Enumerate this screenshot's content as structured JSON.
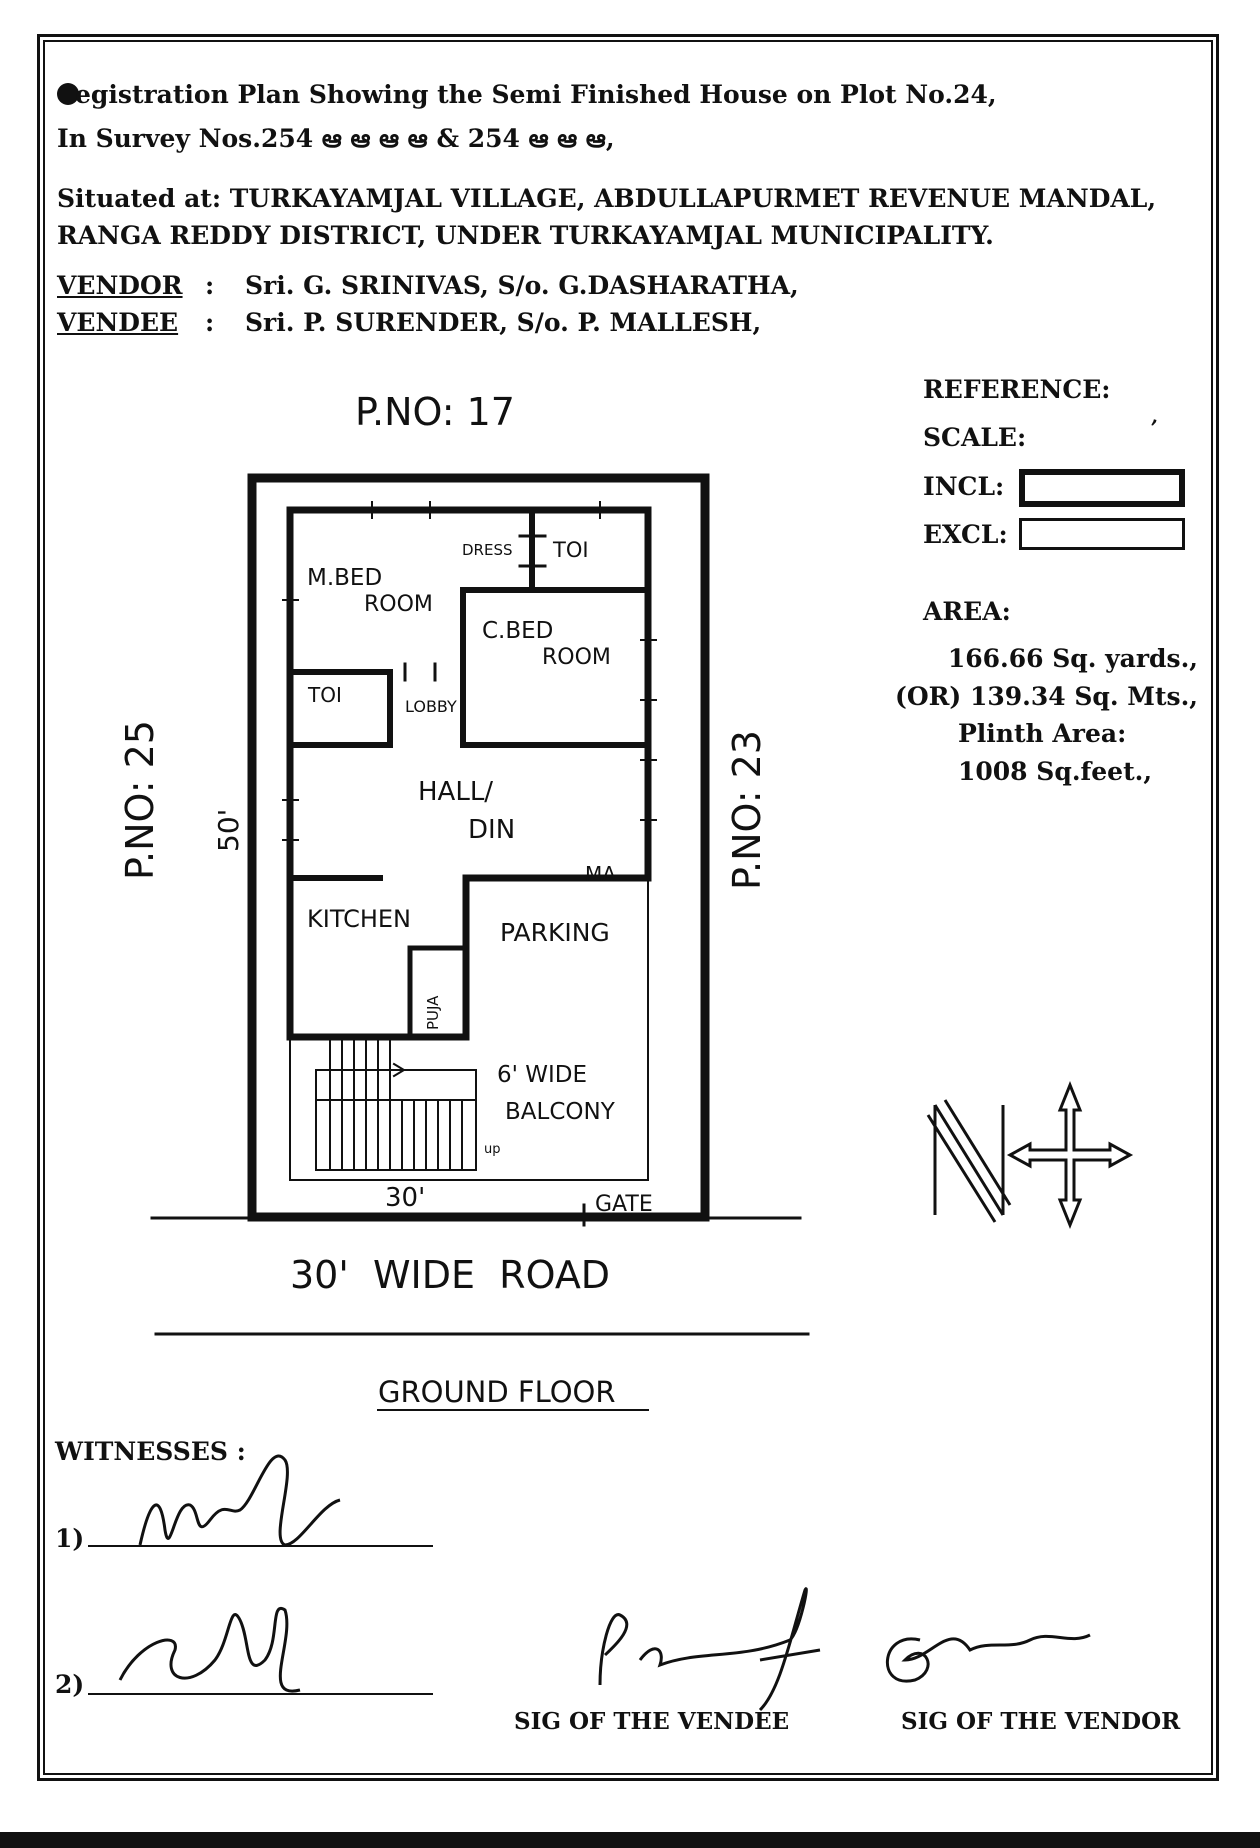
{
  "header": {
    "line1": "egistration Plan Showing the Semi Finished House on Plot No.24,",
    "line2": "In Survey Nos.254 ఆ ఆ ఆ ఆ & 254 ఆ ఆ ఆ,",
    "situated1": "Situated at: TURKAYAMJAL VILLAGE, ABDULLAPURMET REVENUE MANDAL,",
    "situated2": "RANGA REDDY DISTRICT, UNDER TURKAYAMJAL MUNICIPALITY.",
    "vendor_label": "VENDOR",
    "vendor_value": "Sri. G. SRINIVAS, S/o. G.DASHARATHA,",
    "vendee_label": "VENDEE",
    "vendee_value": "Sri. P. SURENDER, S/o. P. MALLESH,",
    "colon": ":"
  },
  "reference": {
    "reference_label": "REFERENCE:",
    "scale_label": "SCALE:",
    "incl_label": "INCL:",
    "excl_label": "EXCL:",
    "area_label": "AREA:",
    "area_yards": "166.66 Sq. yards.,",
    "area_mts": "(OR) 139.34 Sq. Mts.,",
    "plinth_label": "Plinth Area:",
    "plinth_value": "1008 Sq.feet.,",
    "tick_mark": ","
  },
  "plan": {
    "north_plot": "P.NO: 17",
    "west_plot": "P.NO: 25",
    "east_plot": "P.NO: 23",
    "dim_side": "50'",
    "dim_front": "30'",
    "gate": "GATE",
    "road": "30'  WIDE  ROAD",
    "floor_title": "GROUND FLOOR",
    "rooms": {
      "master_bed1": "M.BED",
      "master_bed2": "ROOM",
      "dress": "DRESS",
      "toilet_top": "TOI",
      "child_bed1": "C.BED",
      "child_bed2": "ROOM",
      "toilet_left": "TOI",
      "lobby": "LOBBY",
      "hall1": "HALL/",
      "hall2": "DIN",
      "ma": "MA",
      "kitchen": "KITCHEN",
      "parking": "PARKING",
      "pooja": "PUJA",
      "balcony1": "6' WIDE",
      "balcony2": "BALCONY",
      "stair_up": "up"
    },
    "north_symbol": "N"
  },
  "witnesses": {
    "label": "WITNESSES :",
    "w1": "1)",
    "w2": "2)"
  },
  "signatures": {
    "vendee_label": "SIG OF THE VENDEE",
    "vendor_label": "SIG OF THE VENDOR"
  }
}
